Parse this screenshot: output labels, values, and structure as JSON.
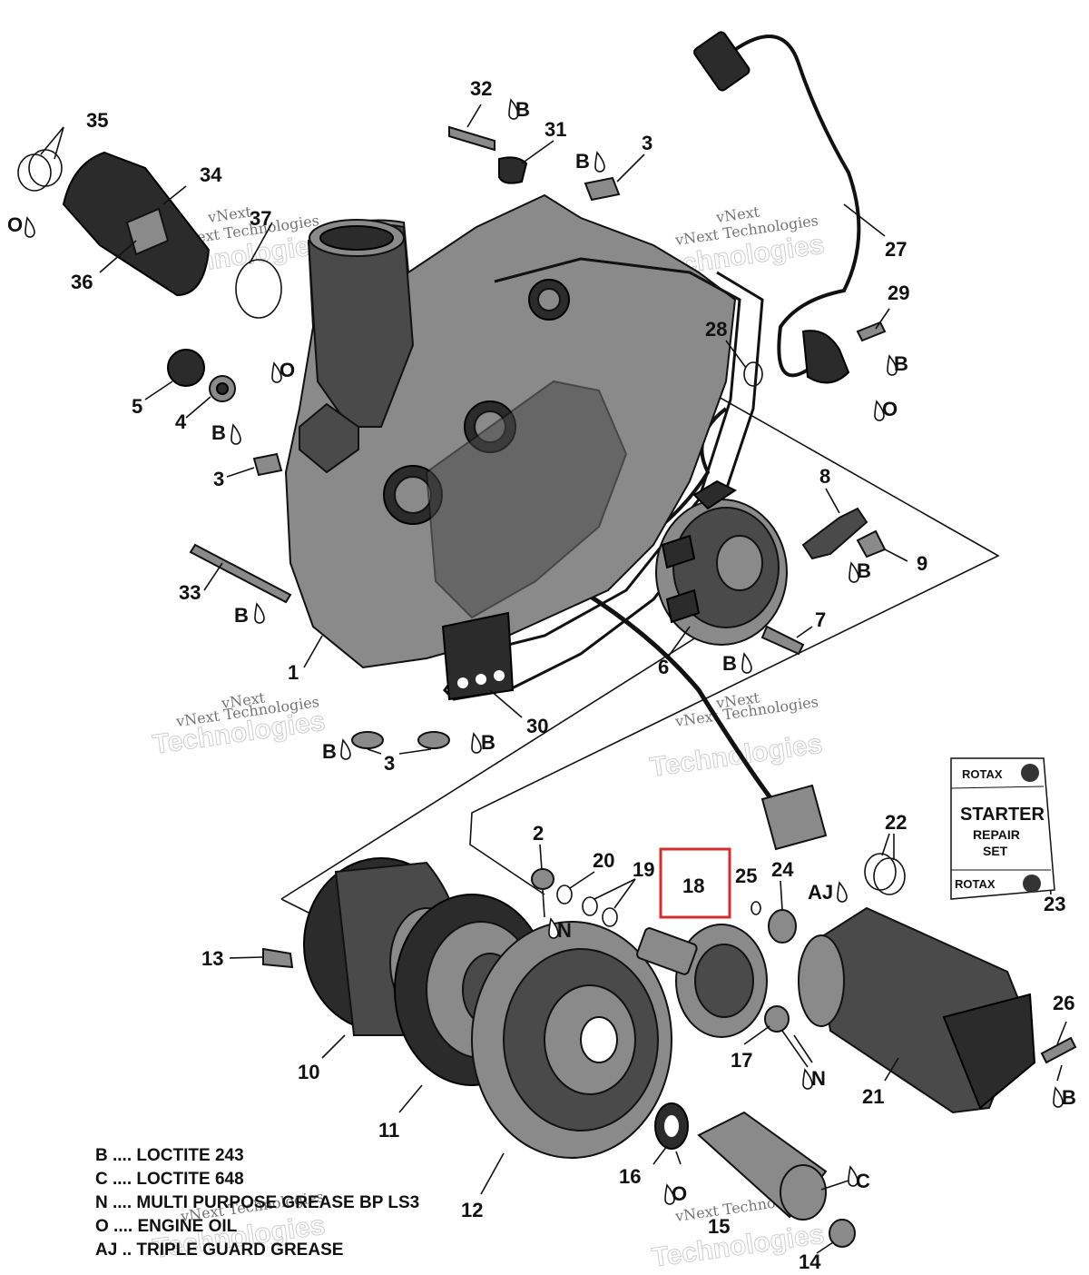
{
  "callouts": {
    "n1": "1",
    "n2": "2",
    "n3a": "3",
    "n3b": "3",
    "n3c": "3",
    "n4": "4",
    "n5": "5",
    "n6": "6",
    "n7": "7",
    "n8": "8",
    "n9": "9",
    "n10": "10",
    "n11": "11",
    "n12": "12",
    "n13": "13",
    "n14": "14",
    "n15": "15",
    "n16": "16",
    "n17": "17",
    "n18": "18",
    "n19": "19",
    "n20": "20",
    "n21": "21",
    "n22": "22",
    "n23": "23",
    "n24": "24",
    "n25": "25",
    "n26": "26",
    "n27": "27",
    "n28": "28",
    "n29": "29",
    "n30": "30",
    "n31": "31",
    "n32": "32",
    "n33": "33",
    "n34": "34",
    "n35": "35",
    "n36": "36",
    "n37": "37"
  },
  "product_codes": {
    "B": "B",
    "O": "O",
    "N": "N",
    "C": "C",
    "AJ": "AJ"
  },
  "legend": [
    "B .... LOCTITE 243",
    "C .... LOCTITE 648",
    "N .... MULTI PURPOSE GREASE BP LS3",
    "O .... ENGINE OIL",
    "AJ .. TRIPLE GUARD GREASE"
  ],
  "kit_card": {
    "brand_top": "ROTAX",
    "title": "STARTER",
    "line2": "REPAIR",
    "line3": "SET",
    "brand_bottom": "ROTAX"
  },
  "watermark": {
    "small_a": "vNext",
    "small_b": "vNext Technologies",
    "big": "Technologies"
  },
  "colors": {
    "highlight": "#d32f2f",
    "ink": "#111111"
  },
  "highlighted_item": "18"
}
